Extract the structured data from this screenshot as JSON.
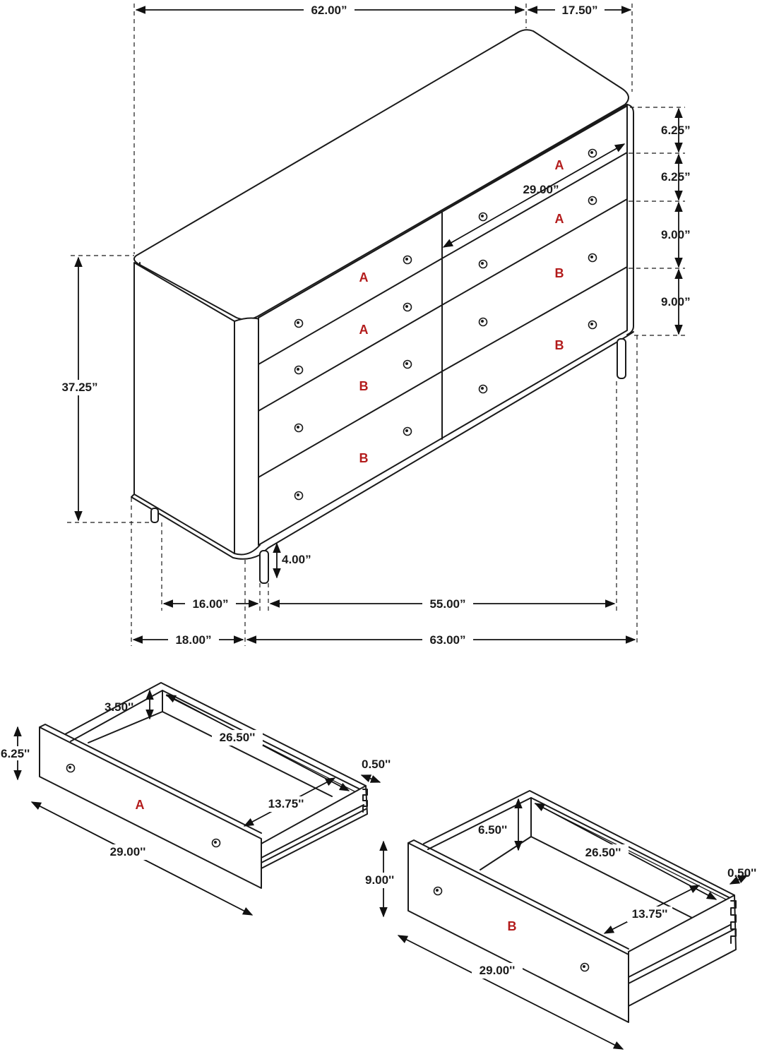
{
  "dresser": {
    "width": "62.00”",
    "depth": "17.50”",
    "height": "37.25”",
    "drawer_top_height": "6.25”",
    "drawer_second_height": "6.25”",
    "drawer_third_height": "9.00”",
    "drawer_bottom_height": "9.00”",
    "drawer_width": "29.00”",
    "leg_height": "4.00”",
    "leg_span_depth": "16.00”",
    "leg_span_width": "55.00”",
    "base_depth": "18.00”",
    "base_width": "63.00”",
    "drawer_labels": {
      "left_1": "A",
      "left_2": "A",
      "left_3": "B",
      "left_4": "B",
      "right_1": "A",
      "right_2": "A",
      "right_3": "B",
      "right_4": "B"
    }
  },
  "drawer_a": {
    "label": "A",
    "front_height": "6.25''",
    "inner_depth": "3.50''",
    "inner_length": "26.50''",
    "back_thickness": "0.50''",
    "inner_width": "13.75''",
    "front_width": "29.00''"
  },
  "drawer_b": {
    "label": "B",
    "front_height": "9.00''",
    "inner_depth": "6.50''",
    "inner_length": "26.50''",
    "back_thickness": "0.50''",
    "inner_width": "13.75''",
    "front_width": "29.00''"
  }
}
